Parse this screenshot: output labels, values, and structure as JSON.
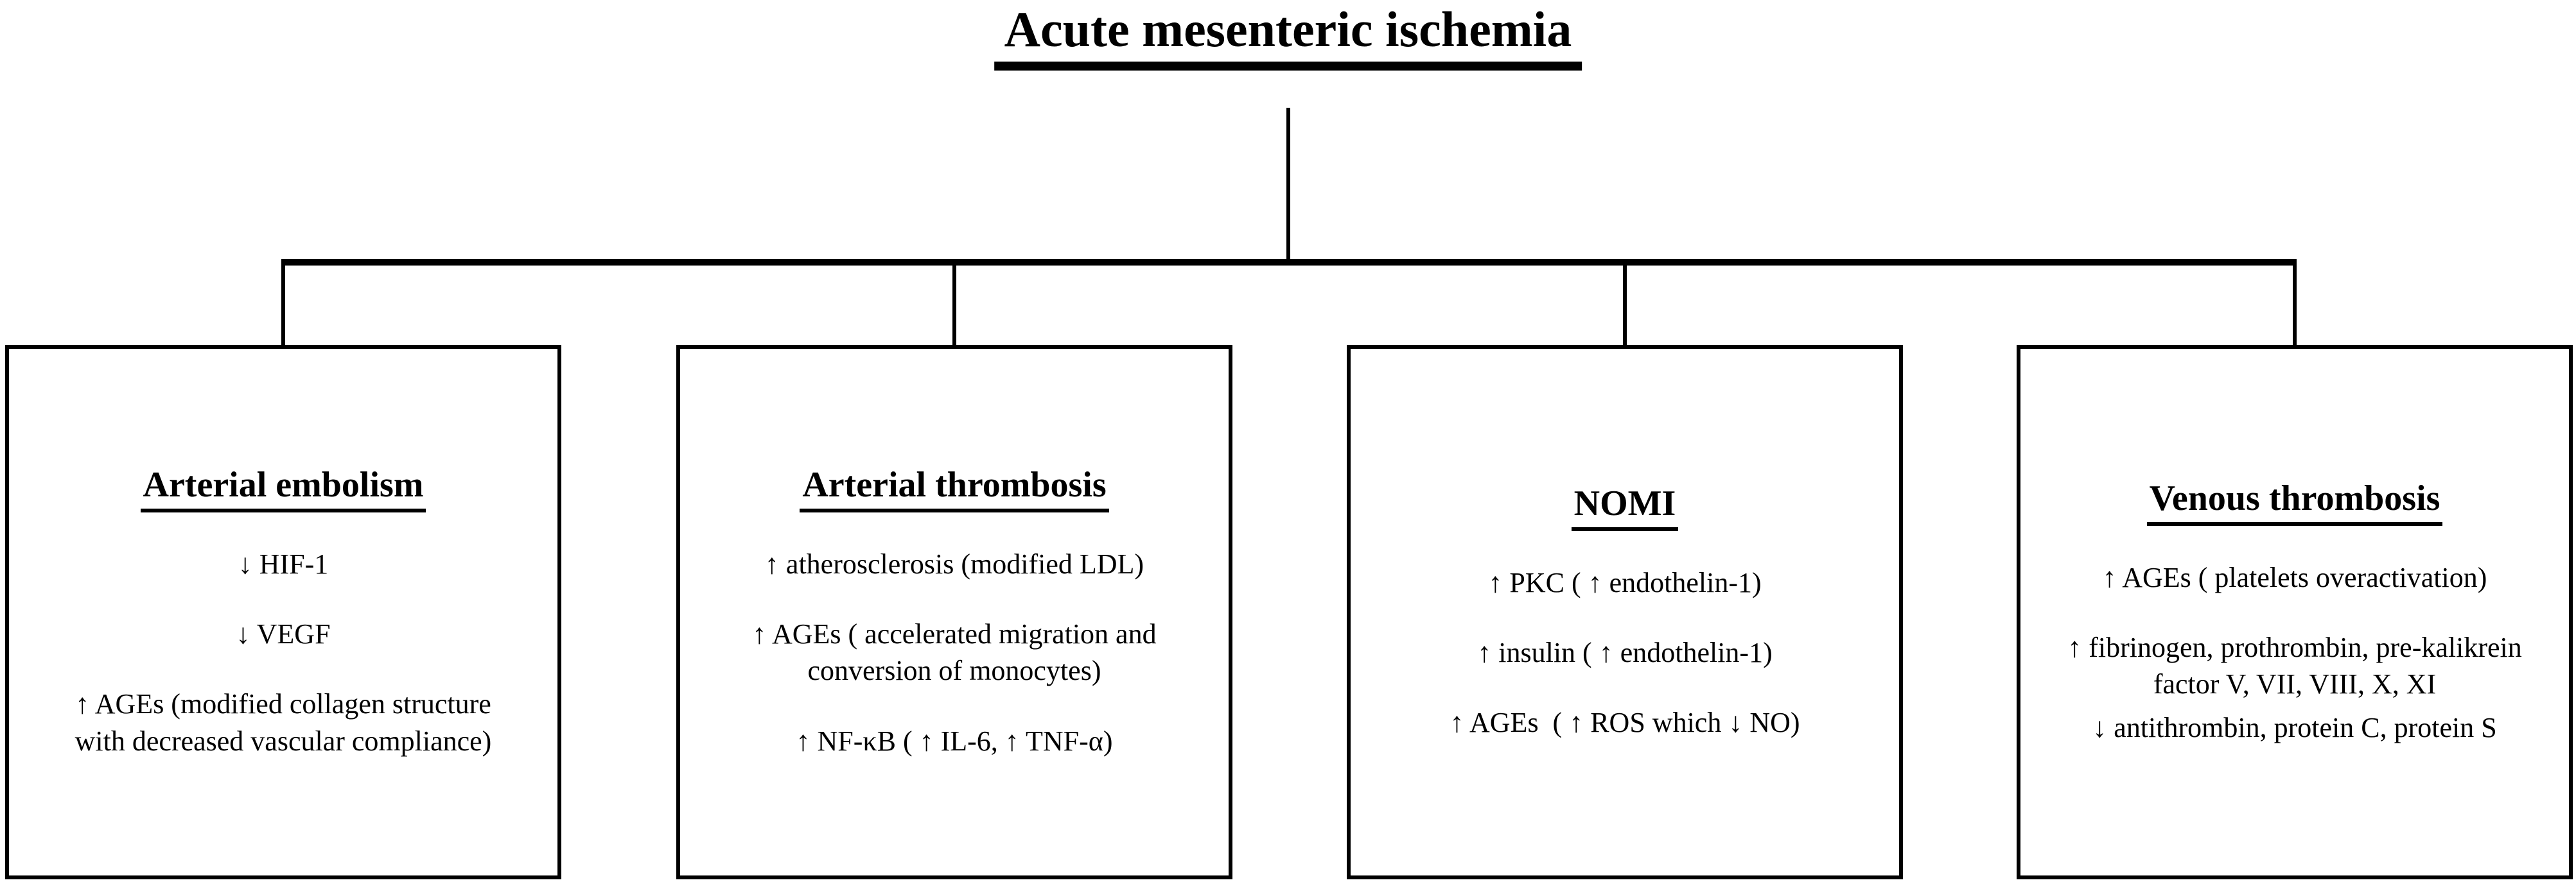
{
  "diagram": {
    "title": "Acute mesenteric ischemia",
    "boxes": [
      {
        "heading": "Arterial embolism",
        "items": [
          {
            "lines": [
              "↓ HIF-1"
            ]
          },
          {
            "lines": [
              "↓ VEGF"
            ]
          },
          {
            "lines": [
              "↑ AGEs (modified collagen structure",
              "with decreased vascular compliance)"
            ]
          }
        ]
      },
      {
        "heading": "Arterial thrombosis",
        "items": [
          {
            "lines": [
              "↑ atherosclerosis (modified LDL)"
            ]
          },
          {
            "lines": [
              "↑ AGEs ( accelerated migration and",
              "conversion of monocytes)"
            ]
          },
          {
            "lines": [
              "↑ NF-κB ( ↑ IL-6, ↑ TNF-α)"
            ]
          }
        ]
      },
      {
        "heading": "NOMI",
        "items": [
          {
            "lines": [
              "↑ PKC ( ↑ endothelin-1)"
            ]
          },
          {
            "lines": [
              "↑ insulin ( ↑ endothelin-1)"
            ]
          },
          {
            "lines": [
              "↑ AGEs  ( ↑ ROS which ↓ NO)"
            ]
          }
        ]
      },
      {
        "heading": "Venous thrombosis",
        "items": [
          {
            "lines": [
              "↑ AGEs ( platelets overactivation)"
            ]
          },
          {
            "lines": [
              "↑ fibrinogen, prothrombin, pre-kalikrein",
              "factor V, VII, VIII, X, XI"
            ]
          },
          {
            "lines": [
              "↓ antithrombin, protein C, protein S"
            ]
          }
        ]
      }
    ]
  }
}
